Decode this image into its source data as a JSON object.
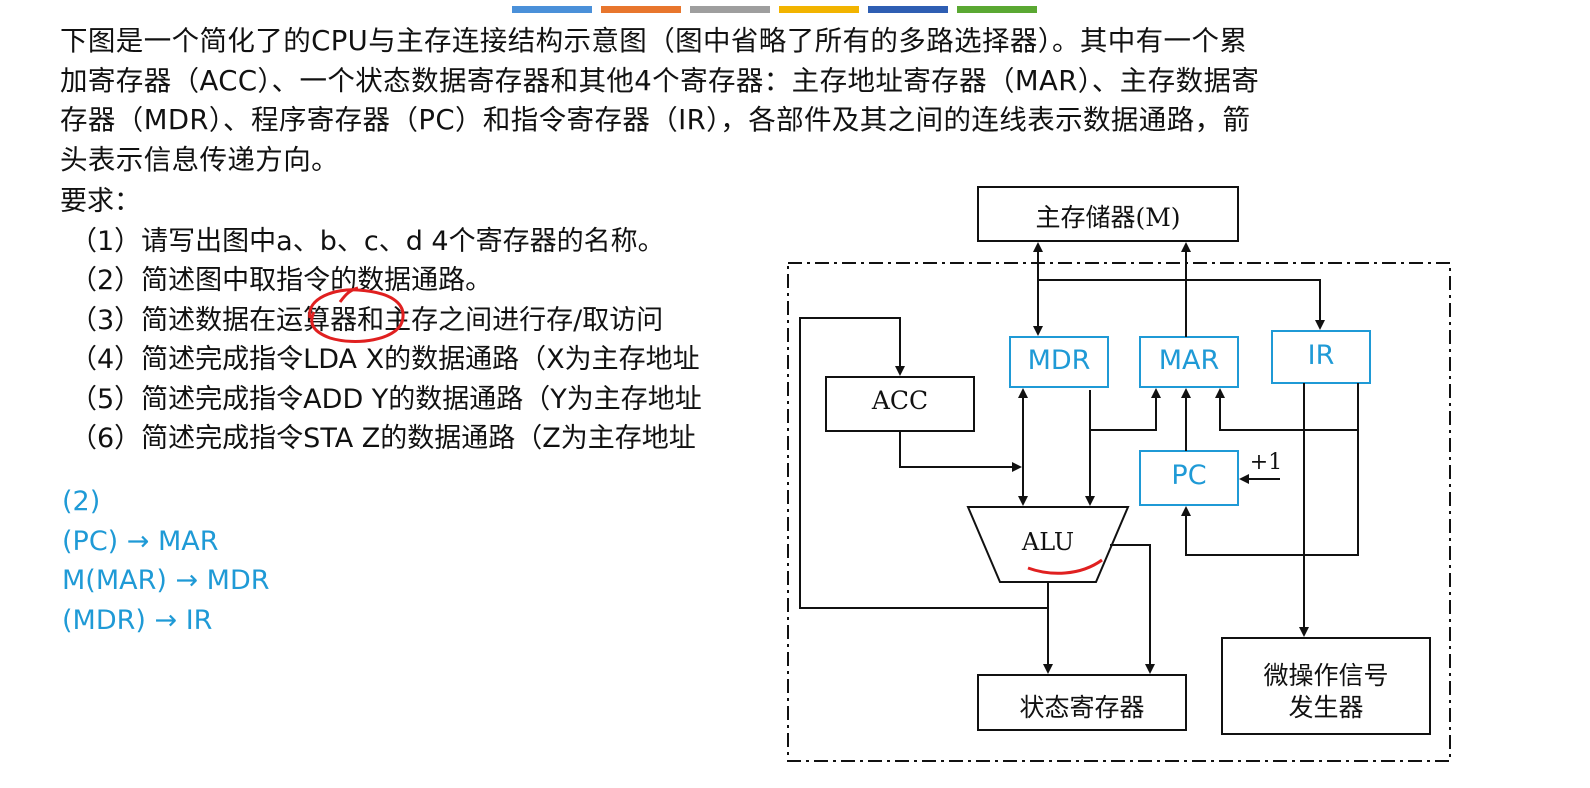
{
  "top_bar_colors": [
    "#4a90d9",
    "#e8762d",
    "#9e9e9e",
    "#f2b400",
    "#2e5eb3",
    "#5aa832"
  ],
  "question": {
    "lines": [
      "下图是一个简化了的CPU与主存连接结构示意图（图中省略了所有的多路选择器）。其中有一个累",
      "加寄存器（ACC）、一个状态数据寄存器和其他4个寄存器：主存地址寄存器（MAR）、主存数据寄",
      "存器（MDR）、程序寄存器（PC）和指令寄存器（IR），各部件及其之间的连线表示数据通路，箭",
      "头表示信息传递方向。"
    ],
    "requirement_heading": "要求：",
    "items": [
      "（1）请写出图中a、b、c、d 4个寄存器的名称。",
      "（2）简述图中取指令的数据通路。",
      "（3）简述数据在运算器和主存之间进行存/取访问",
      "（4）简述完成指令LDA X的数据通路（X为主存地址",
      "（5）简述完成指令ADD Y的数据通路（Y为主存地址",
      "（6）简述完成指令STA Z的数据通路（Z为主存地址"
    ]
  },
  "answer": {
    "heading": "(2)",
    "steps": [
      "(PC) → MAR",
      "M(MAR) → MDR",
      "(MDR) → IR"
    ]
  },
  "diagram": {
    "memory": "主存储器(M)",
    "acc": "ACC",
    "mdr": "MDR",
    "mar": "MAR",
    "ir": "IR",
    "pc": "PC",
    "plus_one": "+1",
    "alu": "ALU",
    "status_register": "状态寄存器",
    "micro_op_line1": "微操作信号",
    "micro_op_line2": "发生器"
  },
  "annotation_color": "#e02020",
  "highlight_color": "#1f9ad6"
}
